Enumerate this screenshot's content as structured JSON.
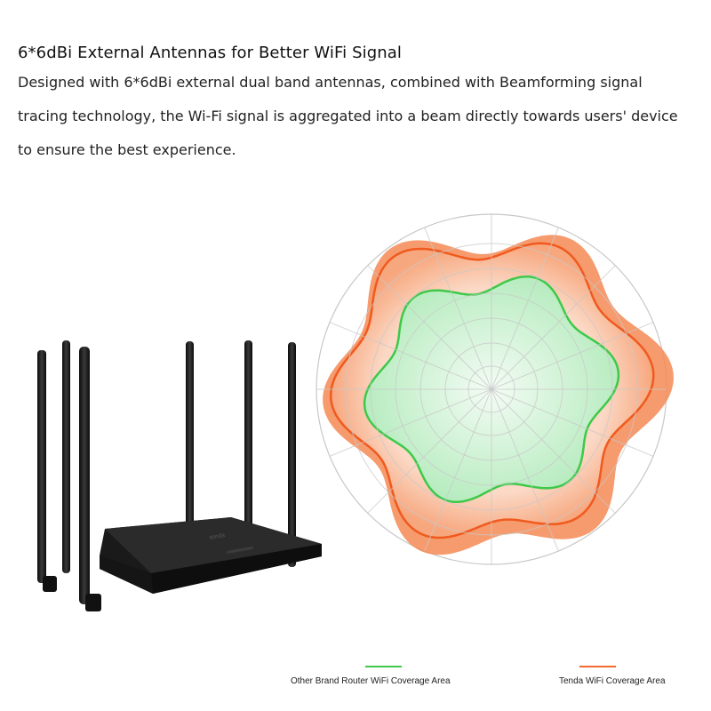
{
  "header": {
    "title": "6*6dBi External Antennas for Better WiFi Signal",
    "description": "Designed with 6*6dBi external dual band antennas, combined with Beamforming signal tracing technology, the Wi-Fi signal is aggregated into a beam directly towards users' device to ensure the best experience."
  },
  "legend": {
    "other": {
      "label": "Other Brand Router WiFi Coverage Area",
      "color": "#3ec94a"
    },
    "tenda": {
      "label": "Tenda WiFi Coverage Area",
      "color": "#f26a30"
    }
  },
  "colors": {
    "tenda_fill": "#f4a27a",
    "tenda_stroke": "#f05a1e",
    "other_fill": "#bfecc6",
    "other_stroke": "#3ec94a",
    "grid": "#c8c8c8",
    "router_body": "#1b1b1b"
  },
  "router": {
    "brand_mark": "tenda",
    "antenna_count": 6
  }
}
